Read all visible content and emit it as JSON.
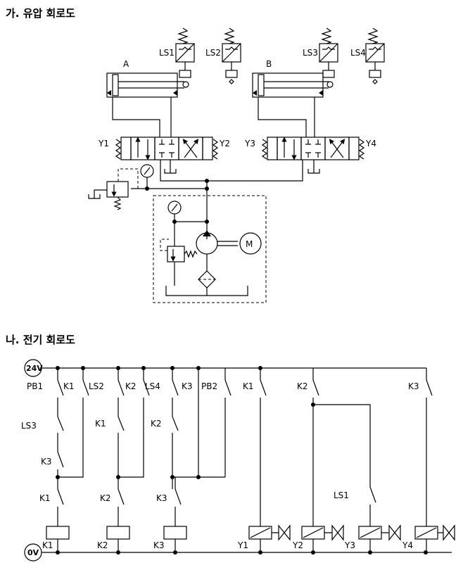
{
  "hydraulic": {
    "heading": "가. 유압 회로도",
    "cylinder_a": "A",
    "cylinder_b": "B",
    "limit_switches": [
      "LS1",
      "LS2",
      "LS3",
      "LS4"
    ],
    "solenoids": [
      "Y1",
      "Y2",
      "Y3",
      "Y4"
    ],
    "motor": "M"
  },
  "electrical": {
    "heading": "나. 전기 회로도",
    "supply_pos": "24V",
    "supply_neg": "0V",
    "top_contacts": [
      "PB1",
      "K1",
      "LS2",
      "K2",
      "LS4",
      "K3",
      "PB2",
      "K1",
      "K2",
      "K3"
    ],
    "mid_contacts": [
      "LS3",
      "K1",
      "K2",
      "K3"
    ],
    "lower_contacts": [
      "K1",
      "K2",
      "K3",
      "LS1"
    ],
    "relays": [
      "K1",
      "K2",
      "K3"
    ],
    "coils": [
      "Y1",
      "Y2",
      "Y3",
      "Y4"
    ]
  }
}
